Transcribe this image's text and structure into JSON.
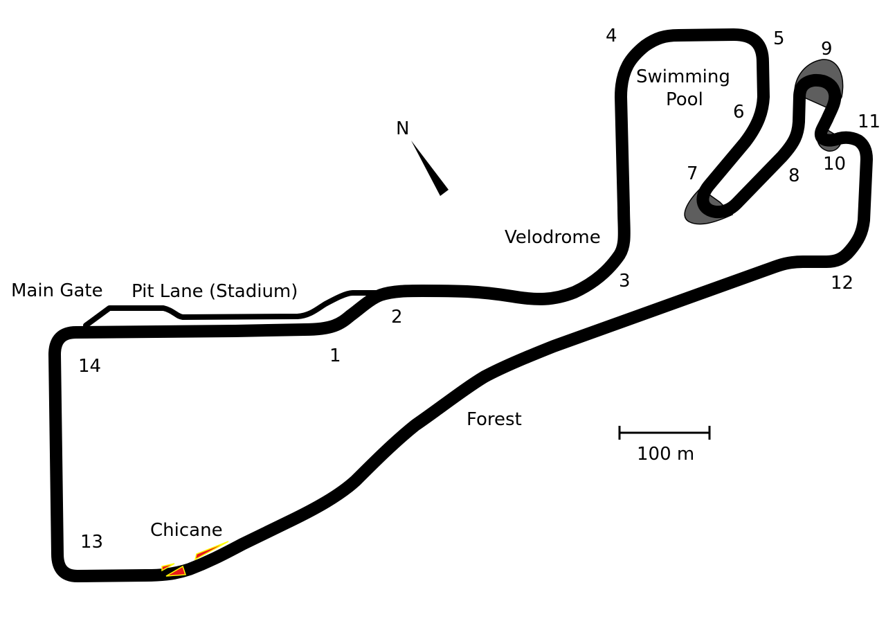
{
  "labels": {
    "main_gate": "Main Gate",
    "pit_lane": "Pit Lane (Stadium)",
    "north": "N",
    "velodrome": "Velodrome",
    "swimming_pool_line1": "Swimming",
    "swimming_pool_line2": "Pool",
    "forest": "Forest",
    "chicane": "Chicane",
    "scale": "100 m"
  },
  "corners": [
    "1",
    "2",
    "3",
    "4",
    "5",
    "6",
    "7",
    "8",
    "9",
    "10",
    "11",
    "12",
    "13",
    "14"
  ],
  "colors": {
    "track": "#000000",
    "runoff": "#5e5e5e",
    "chicane_fill": "#e8191b",
    "chicane_stroke": "#ffff00",
    "background": "#ffffff"
  }
}
